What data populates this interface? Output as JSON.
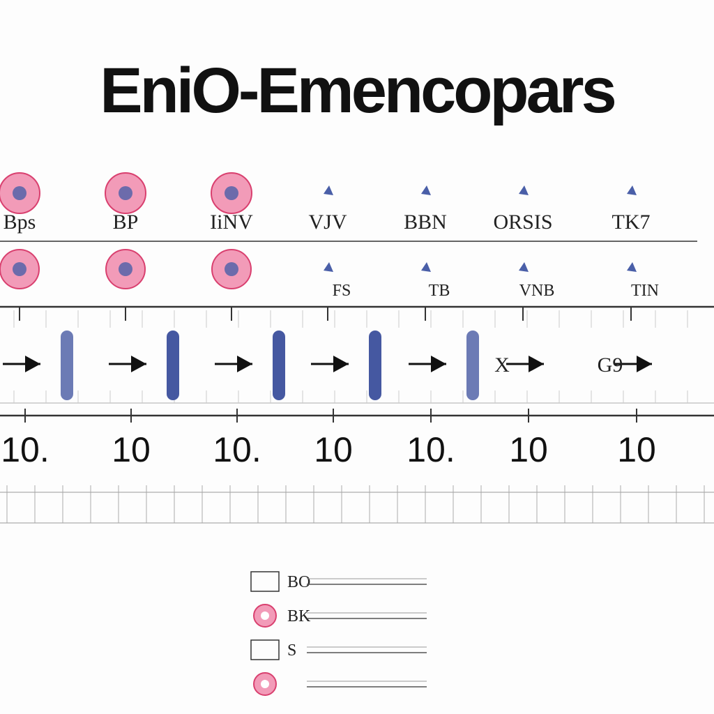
{
  "title": "EniO-Emencopars",
  "top_labels": [
    "Bps",
    "BP",
    "IiNV",
    "VJV",
    "BBN",
    "ORSIS",
    "TK7"
  ],
  "row2_labels": [
    "",
    "",
    "",
    "FS",
    "TB",
    "VNB",
    "TIN"
  ],
  "scale_numbers": [
    "10.",
    "10",
    "10.",
    "10",
    "10.",
    "10",
    "10"
  ],
  "arrow_labels": [
    "",
    "",
    "",
    "",
    "",
    "X",
    "G9"
  ],
  "legend": [
    {
      "text": "BO",
      "marker": "box"
    },
    {
      "text": "BK",
      "marker": "pink-circle"
    },
    {
      "text": "S",
      "marker": "box"
    },
    {
      "text": "",
      "marker": "pink-circle"
    }
  ],
  "colors": {
    "pink": "#f29bb8",
    "pink_edge": "#d9406f",
    "blue": "#4a5fa8",
    "blue_bar": "#3b4f9c",
    "line": "#333333"
  }
}
